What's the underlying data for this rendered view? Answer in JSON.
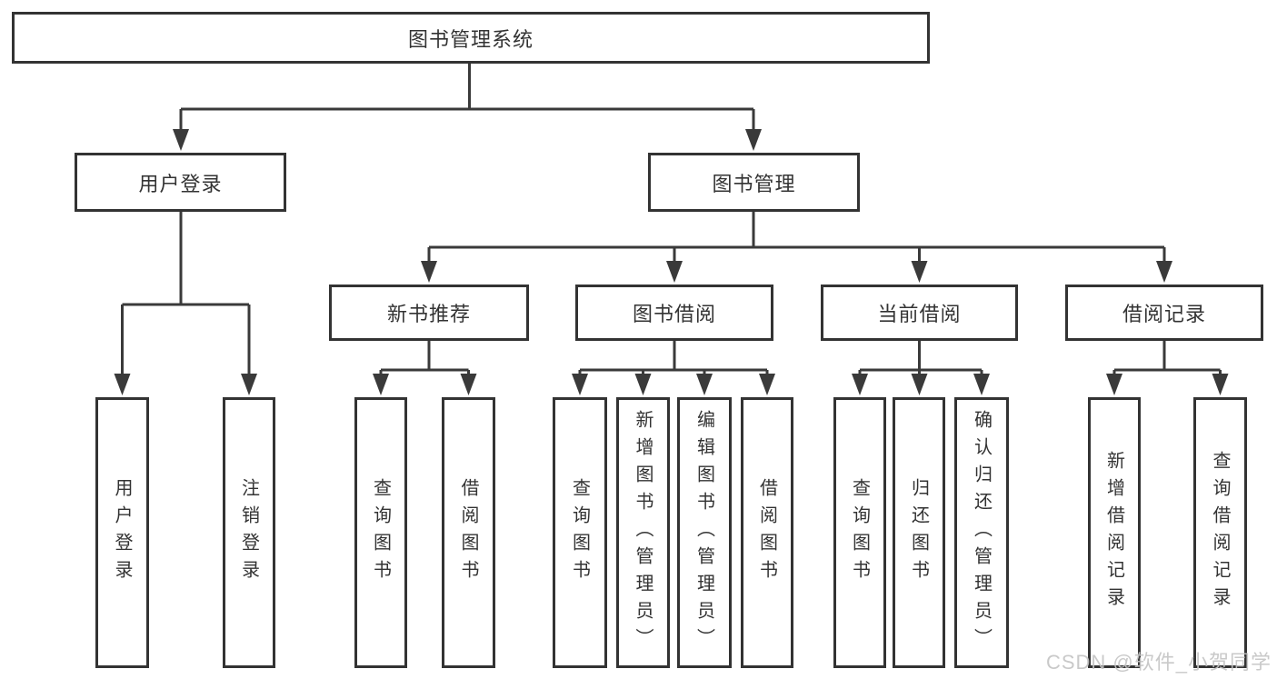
{
  "tree": {
    "root": {
      "label": "图书管理系统"
    },
    "user": {
      "label": "用户登录",
      "children": [
        {
          "label": "用户登录"
        },
        {
          "label": "注销登录"
        }
      ]
    },
    "book": {
      "label": "图书管理",
      "sections": [
        {
          "label": "新书推荐",
          "children": [
            {
              "label": "查询图书"
            },
            {
              "label": "借阅图书"
            }
          ]
        },
        {
          "label": "图书借阅",
          "children": [
            {
              "label": "查询图书"
            },
            {
              "label": "新增图书（管理员）"
            },
            {
              "label": "编辑图书（管理员）"
            },
            {
              "label": "借阅图书"
            }
          ]
        },
        {
          "label": "当前借阅",
          "children": [
            {
              "label": "查询图书"
            },
            {
              "label": "归还图书"
            },
            {
              "label": "确认归还（管理员）"
            }
          ]
        },
        {
          "label": "借阅记录",
          "children": [
            {
              "label": "新增借阅记录"
            },
            {
              "label": "查询借阅记录"
            }
          ]
        }
      ]
    }
  },
  "watermark": {
    "text": "CSDN @软件_小贺同学"
  },
  "colors": {
    "line": "#3a3a3a",
    "border": "#333333",
    "text": "#333333",
    "background": "#ffffff",
    "watermark": "#c4c4c4"
  }
}
